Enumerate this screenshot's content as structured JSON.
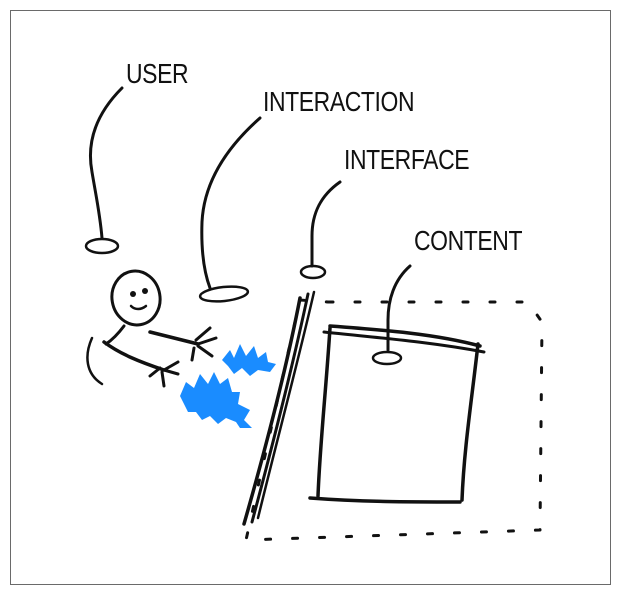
{
  "labels": {
    "user": "USER",
    "interaction": "INTERACTION",
    "interface": "INTERFACE",
    "content": "CONTENT"
  },
  "colors": {
    "ink": "#111111",
    "interaction_accent": "#1a8cff",
    "frame_border": "#6a6a6a",
    "background": "#ffffff"
  }
}
